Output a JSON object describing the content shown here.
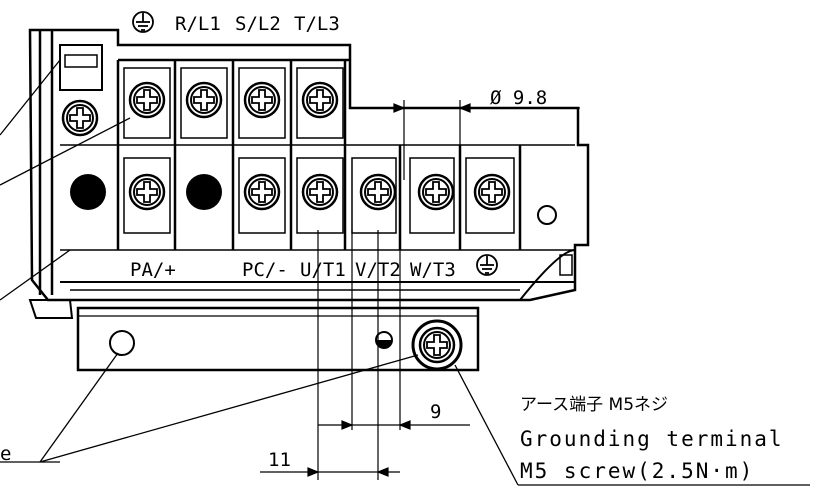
{
  "top_labels": [
    "R/L1",
    "S/L2",
    "T/L3"
  ],
  "bottom_labels": [
    "PA/+",
    "PC/-",
    "U/T1",
    "V/T2",
    "W/T3"
  ],
  "dimensions": {
    "diameter": "Ø 9.8",
    "pitch": "9",
    "width": "11"
  },
  "callout": {
    "japanese": "アース端子 M5ネジ",
    "line1": "Grounding terminal",
    "line2": "M5 screw(2.5N·m)"
  },
  "left_partial_label": "e"
}
